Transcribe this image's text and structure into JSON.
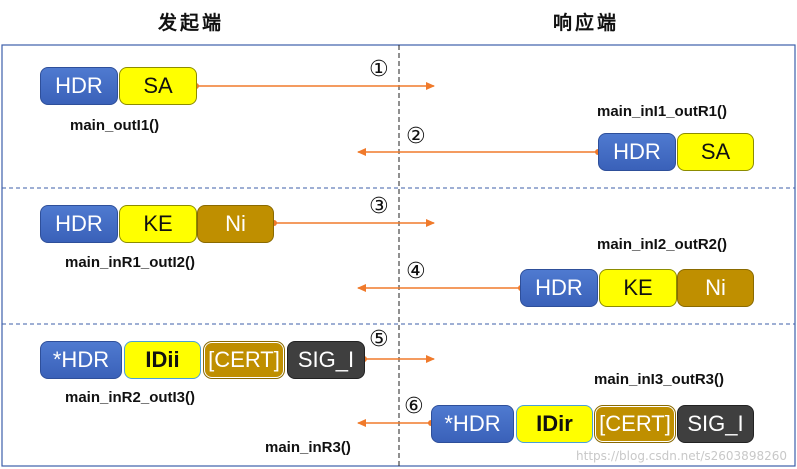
{
  "columns": {
    "initiator": "发起端",
    "responder": "响应端"
  },
  "colors": {
    "frame": "#3d5faa",
    "arrow": "#f07a2b",
    "hdr": "#3a61b9",
    "yellow": "#ffff00",
    "gold": "#bf8f00",
    "dark": "#3f3f3f"
  },
  "steps": [
    {
      "num": "①",
      "blocks": [
        "HDR",
        "SA"
      ],
      "func": "main_outI1()"
    },
    {
      "num": "②",
      "blocks": [
        "HDR",
        "SA"
      ],
      "func": "main_inI1_outR1()"
    },
    {
      "num": "③",
      "blocks": [
        "HDR",
        "KE",
        "Ni"
      ],
      "func": "main_inR1_outI2()"
    },
    {
      "num": "④",
      "blocks": [
        "HDR",
        "KE",
        "Ni"
      ],
      "func": "main_inI2_outR2()"
    },
    {
      "num": "⑤",
      "blocks": [
        "*HDR",
        "IDii",
        "[CERT]",
        "SIG_I"
      ],
      "func": "main_inR2_outI3()"
    },
    {
      "num": "⑥",
      "blocks": [
        "*HDR",
        "IDir",
        "[CERT]",
        "SIG_I"
      ],
      "func": "main_inI3_outR3()"
    }
  ],
  "final_func": "main_inR3()",
  "watermark": "https://blog.csdn.net/s2603898260"
}
